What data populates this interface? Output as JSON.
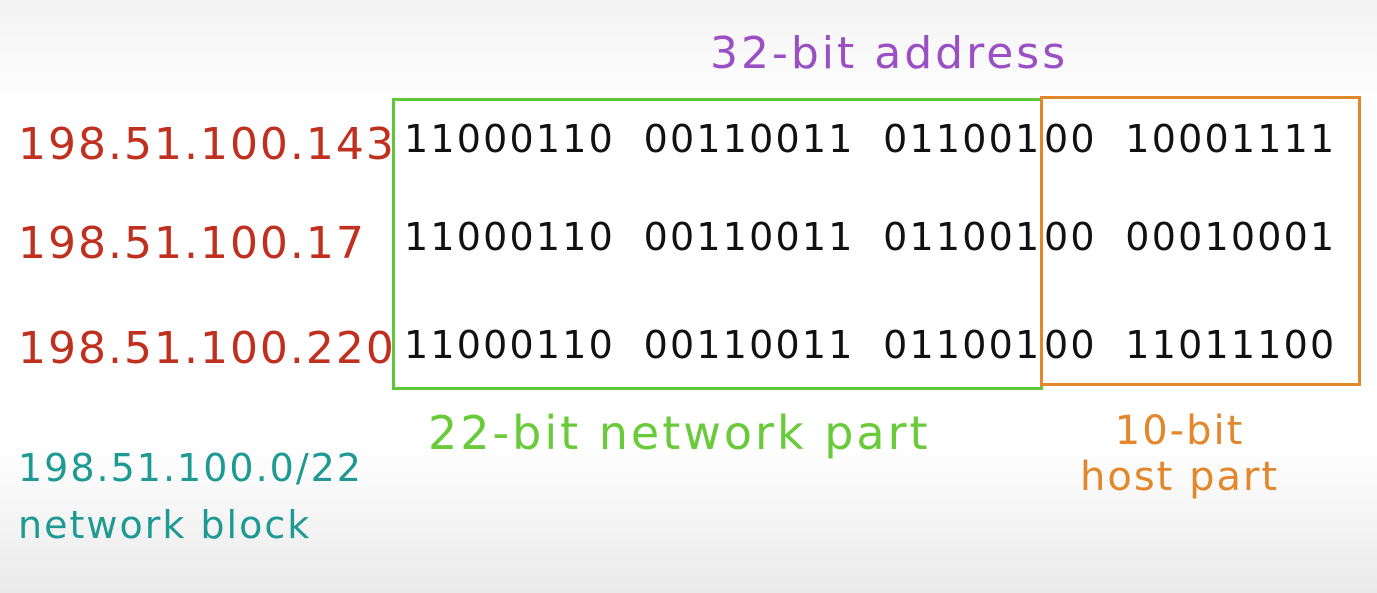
{
  "title": "32-bit address",
  "rows": [
    {
      "decimal": "198.51.100.143",
      "network_bits": "11000110  00110011  011001",
      "host_bits": "00  10001111"
    },
    {
      "decimal": "198.51.100.17",
      "network_bits": "11000110  00110011  011001",
      "host_bits": "00  00010001"
    },
    {
      "decimal": "198.51.100.220",
      "network_bits": "11000110  00110011  011001",
      "host_bits": "00  11011100"
    }
  ],
  "network_part_label": "22-bit network part",
  "host_part_label": {
    "line1": "10-bit",
    "line2": "host part"
  },
  "network_block": {
    "cidr": "198.51.100.0/22",
    "caption": "network block"
  },
  "colors": {
    "title": "#9b4fc4",
    "ip_text": "#c0301f",
    "network_box": "#5ec83a",
    "host_box": "#e2872b",
    "network_block": "#1e9a93",
    "binary": "#111111"
  }
}
